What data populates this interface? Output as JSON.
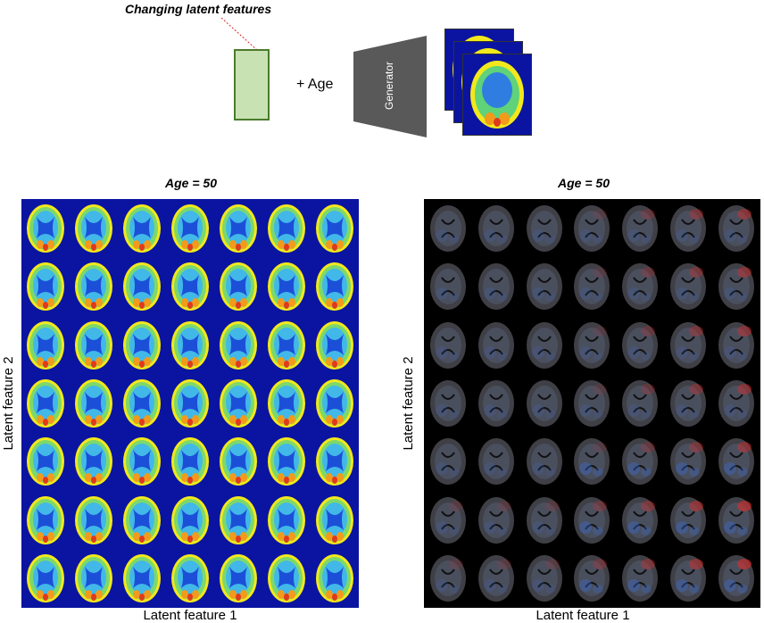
{
  "schematic": {
    "title": "Changing latent features",
    "plus_age": "+ Age",
    "generator_label": "Generator",
    "box_color": "#c9e2b4",
    "box_border": "#4b7b2a",
    "generator_color": "#595959",
    "pointer_color": "#e02020"
  },
  "left_panel": {
    "title": "Age = 50",
    "xlabel": "Latent feature 1",
    "ylabel": "Latent feature 2",
    "rows": 7,
    "cols": 7,
    "colormap": "jet",
    "background": "#0a14a0"
  },
  "right_panel": {
    "title": "Age = 50",
    "xlabel": "Latent feature 1",
    "ylabel": "Latent feature 2",
    "rows": 7,
    "cols": 7,
    "colormap": "gray with red/blue overlay",
    "background": "#000000"
  }
}
